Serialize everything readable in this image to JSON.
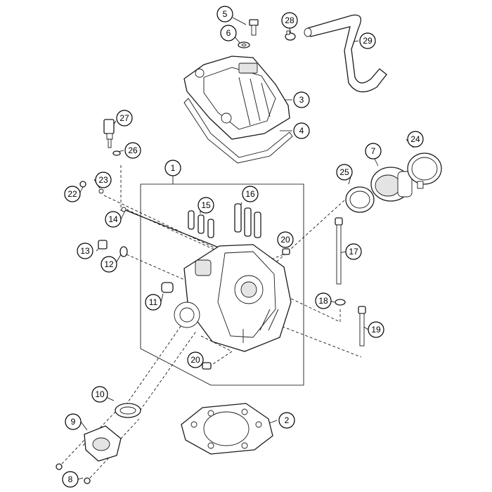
{
  "callouts": [
    {
      "id": "c1",
      "label": "1"
    },
    {
      "id": "c2",
      "label": "2"
    },
    {
      "id": "c3",
      "label": "3"
    },
    {
      "id": "c4",
      "label": "4"
    },
    {
      "id": "c5",
      "label": "5"
    },
    {
      "id": "c6",
      "label": "6"
    },
    {
      "id": "c7",
      "label": "7"
    },
    {
      "id": "c8",
      "label": "8"
    },
    {
      "id": "c9",
      "label": "9"
    },
    {
      "id": "c10",
      "label": "10"
    },
    {
      "id": "c11",
      "label": "11"
    },
    {
      "id": "c12",
      "label": "12"
    },
    {
      "id": "c13",
      "label": "13"
    },
    {
      "id": "c14",
      "label": "14"
    },
    {
      "id": "c15",
      "label": "15"
    },
    {
      "id": "c16",
      "label": "16"
    },
    {
      "id": "c17",
      "label": "17"
    },
    {
      "id": "c18",
      "label": "18"
    },
    {
      "id": "c19",
      "label": "19"
    },
    {
      "id": "c20a",
      "label": "20"
    },
    {
      "id": "c20b",
      "label": "20"
    },
    {
      "id": "c22",
      "label": "22"
    },
    {
      "id": "c23",
      "label": "23"
    },
    {
      "id": "c24",
      "label": "24"
    },
    {
      "id": "c25",
      "label": "25"
    },
    {
      "id": "c26",
      "label": "26"
    },
    {
      "id": "c27",
      "label": "27"
    },
    {
      "id": "c28",
      "label": "28"
    },
    {
      "id": "c29",
      "label": "29"
    }
  ]
}
